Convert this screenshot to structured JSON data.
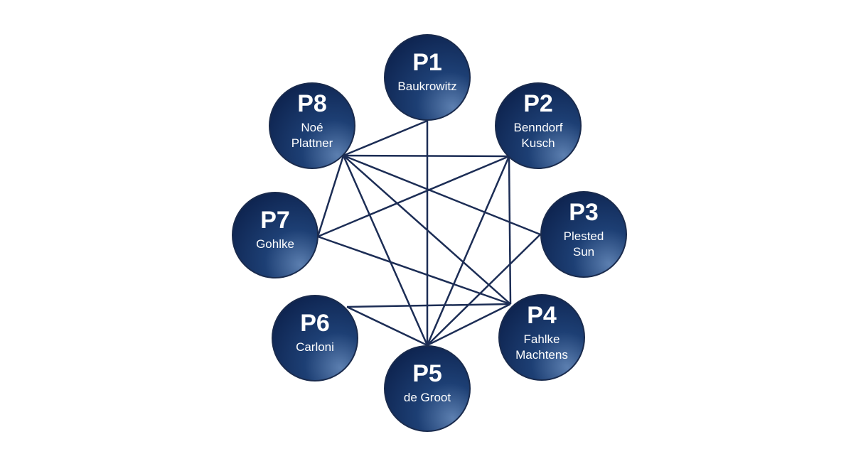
{
  "diagram": {
    "colors": {
      "node_dark": "#0e2450",
      "node_mid": "#1d3f74",
      "node_light": "#5c7fb0",
      "edge": "#1c2d55",
      "text": "#ffffff"
    },
    "nodes": [
      {
        "key": "p1",
        "id": "P1",
        "name_lines": [
          "Baukrowitz"
        ]
      },
      {
        "key": "p2",
        "id": "P2",
        "name_lines": [
          "Benndorf",
          "Kusch"
        ]
      },
      {
        "key": "p3",
        "id": "P3",
        "name_lines": [
          "Plested",
          "Sun"
        ]
      },
      {
        "key": "p4",
        "id": "P4",
        "name_lines": [
          "Fahlke",
          "Machtens"
        ]
      },
      {
        "key": "p5",
        "id": "P5",
        "name_lines": [
          "de Groot"
        ]
      },
      {
        "key": "p6",
        "id": "P6",
        "name_lines": [
          "Carloni"
        ]
      },
      {
        "key": "p7",
        "id": "P7",
        "name_lines": [
          "Gohlke"
        ]
      },
      {
        "key": "p8",
        "id": "P8",
        "name_lines": [
          "Noé",
          "Plattner"
        ]
      }
    ],
    "edges": [
      [
        "p8",
        "p1"
      ],
      [
        "p8",
        "p2"
      ],
      [
        "p8",
        "p3"
      ],
      [
        "p8",
        "p4"
      ],
      [
        "p8",
        "p5"
      ],
      [
        "p8",
        "p7"
      ],
      [
        "p1",
        "p5"
      ],
      [
        "p2",
        "p7"
      ],
      [
        "p2",
        "p4"
      ],
      [
        "p2",
        "p5"
      ],
      [
        "p3",
        "p5"
      ],
      [
        "p7",
        "p4"
      ],
      [
        "p6",
        "p4"
      ],
      [
        "p6",
        "p5"
      ],
      [
        "p4",
        "p5"
      ]
    ]
  }
}
